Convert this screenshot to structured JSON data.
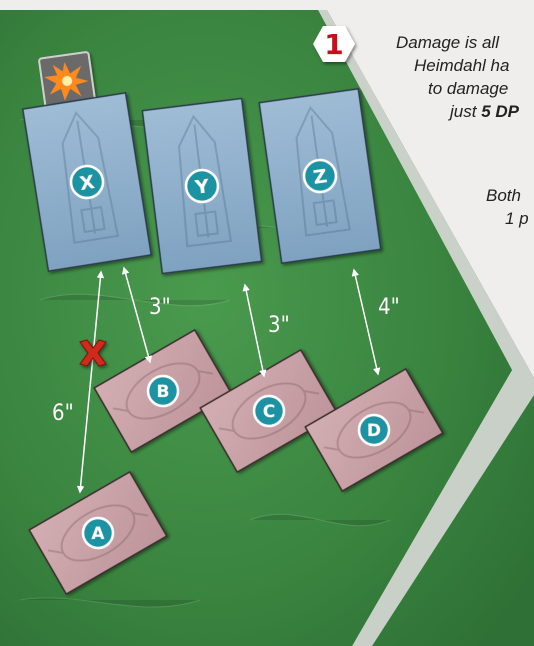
{
  "step_number": "1",
  "caption_lines": [
    {
      "text": "Damage is all",
      "bold": ""
    },
    {
      "text": "Heimdahl ha",
      "bold": ""
    },
    {
      "text": "to damage",
      "bold": ""
    },
    {
      "text": "just ",
      "bold": "5 DP"
    },
    {
      "text": "Both",
      "bold": ""
    },
    {
      "text": "1 p",
      "bold": ""
    }
  ],
  "ships": [
    {
      "id": "ship-x",
      "label": "X"
    },
    {
      "id": "ship-y",
      "label": "Y"
    },
    {
      "id": "ship-z",
      "label": "Z"
    }
  ],
  "enemies": [
    {
      "id": "enemy-a",
      "label": "A"
    },
    {
      "id": "enemy-b",
      "label": "B"
    },
    {
      "id": "enemy-c",
      "label": "C"
    },
    {
      "id": "enemy-d",
      "label": "D"
    }
  ],
  "distances": [
    {
      "id": "x-to-a",
      "text": "6\""
    },
    {
      "id": "x-to-b",
      "text": "3\""
    },
    {
      "id": "y-to-c",
      "text": "3\""
    },
    {
      "id": "z-to-d",
      "text": "4\""
    }
  ],
  "blocked_marker": "X",
  "colors": {
    "board_green": "#3d8a42",
    "ship_blue": "#8fb0cc",
    "enemy_pink": "#c8a2a8",
    "label_teal": "#1f93a3",
    "step_red": "#c8101e",
    "marker_red": "#d02a1f"
  },
  "icons": [
    "explosion-token-icon"
  ]
}
